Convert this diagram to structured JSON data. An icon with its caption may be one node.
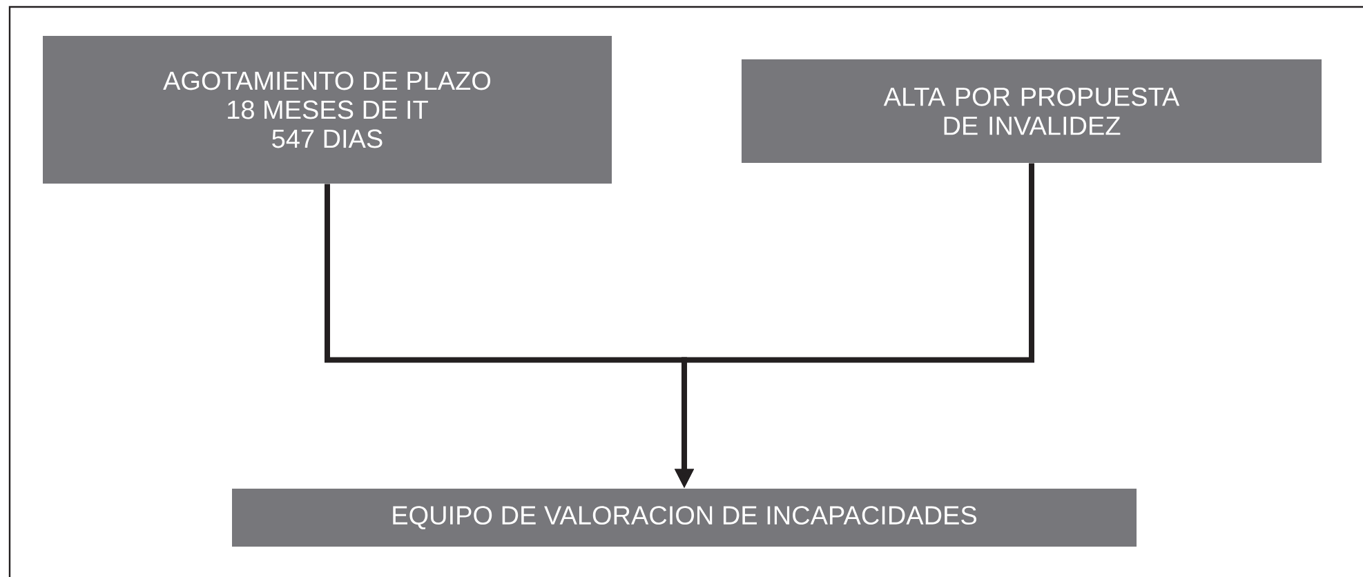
{
  "diagram": {
    "nodes": [
      {
        "text": [
          "AGOTAMIENTO DE PLAZO",
          "18 MESES DE IT",
          "547 DIAS"
        ]
      },
      {
        "text": [
          "ALTA POR PROPUESTA DE INVALIDEZ"
        ]
      },
      {
        "text": [
          "EQUIPO DE VALORACION DE INCAPACIDADES"
        ]
      }
    ],
    "edges": [
      {
        "from": 0,
        "to": 2,
        "arrow": "to"
      },
      {
        "from": 1,
        "to": 2,
        "arrow": "to"
      }
    ]
  }
}
